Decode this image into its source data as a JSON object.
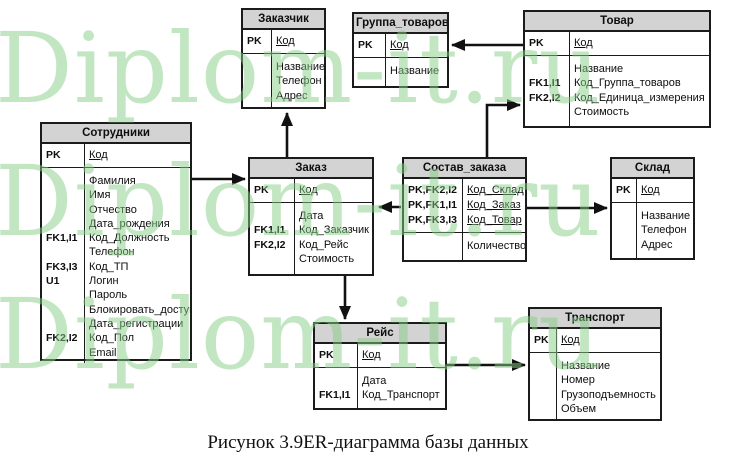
{
  "watermark": {
    "text": "Diplom-it.ru",
    "color": "#86cf86"
  },
  "caption": "Рисунок 3.9ER-диаграмма базы данных",
  "diagram": {
    "header_bg": "#d3d3d3",
    "border_color": "#1b1b1b",
    "entities": [
      {
        "id": "zakazchik",
        "title": "Заказчик",
        "keys": [
          {
            "tag": "PK",
            "name": "Код"
          }
        ],
        "attributes": [
          {
            "tag": "",
            "name": "Название"
          },
          {
            "tag": "",
            "name": "Телефон"
          },
          {
            "tag": "",
            "name": "Адрес"
          }
        ]
      },
      {
        "id": "gruppa_tovarov",
        "title": "Группа_товаров",
        "keys": [
          {
            "tag": "PK",
            "name": "Код"
          }
        ],
        "attributes": [
          {
            "tag": "",
            "name": "Название"
          }
        ]
      },
      {
        "id": "tovar",
        "title": "Товар",
        "keys": [
          {
            "tag": "PK",
            "name": "Код"
          }
        ],
        "attributes": [
          {
            "tag": "",
            "name": "Название"
          },
          {
            "tag": "FK1,I1",
            "name": "Код_Группа_товаров"
          },
          {
            "tag": "FK2,I2",
            "name": "Код_Единица_измерения"
          },
          {
            "tag": "",
            "name": "Стоимость"
          }
        ]
      },
      {
        "id": "sotrudniki",
        "title": "Сотрудники",
        "keys": [
          {
            "tag": "PK",
            "name": "Код"
          }
        ],
        "attributes": [
          {
            "tag": "",
            "name": "Фамилия"
          },
          {
            "tag": "",
            "name": "Имя"
          },
          {
            "tag": "",
            "name": "Отчество"
          },
          {
            "tag": "",
            "name": "Дата_рождения"
          },
          {
            "tag": "FK1,I1",
            "name": "Код_Должность"
          },
          {
            "tag": "",
            "name": "Телефон"
          },
          {
            "tag": "FK3,I3",
            "name": "Код_ТП"
          },
          {
            "tag": "U1",
            "name": "Логин"
          },
          {
            "tag": "",
            "name": "Пароль"
          },
          {
            "tag": "",
            "name": "Блокировать_доступ"
          },
          {
            "tag": "",
            "name": "Дата_регистрации"
          },
          {
            "tag": "FK2,I2",
            "name": "Код_Пол"
          },
          {
            "tag": "",
            "name": "Email"
          }
        ]
      },
      {
        "id": "zakaz",
        "title": "Заказ",
        "keys": [
          {
            "tag": "PK",
            "name": "Код"
          }
        ],
        "attributes": [
          {
            "tag": "",
            "name": "Дата"
          },
          {
            "tag": "FK1,I1",
            "name": "Код_Заказчик"
          },
          {
            "tag": "FK2,I2",
            "name": "Код_Рейс"
          },
          {
            "tag": "",
            "name": "Стоимость"
          }
        ]
      },
      {
        "id": "sostav_zakaza",
        "title": "Состав_заказа",
        "keys": [
          {
            "tag": "PK,FK2,I2",
            "name": "Код_Склад"
          },
          {
            "tag": "PK,FK1,I1",
            "name": "Код_Заказ"
          },
          {
            "tag": "PK,FK3,I3",
            "name": "Код_Товар"
          }
        ],
        "attributes": [
          {
            "tag": "",
            "name": "Количество"
          }
        ]
      },
      {
        "id": "sklad",
        "title": "Склад",
        "keys": [
          {
            "tag": "PK",
            "name": "Код"
          }
        ],
        "attributes": [
          {
            "tag": "",
            "name": "Название"
          },
          {
            "tag": "",
            "name": "Телефон"
          },
          {
            "tag": "",
            "name": "Адрес"
          }
        ]
      },
      {
        "id": "reis",
        "title": "Рейс",
        "keys": [
          {
            "tag": "PK",
            "name": "Код"
          }
        ],
        "attributes": [
          {
            "tag": "",
            "name": "Дата"
          },
          {
            "tag": "FK1,I1",
            "name": "Код_Транспорт"
          }
        ]
      },
      {
        "id": "transport",
        "title": "Транспорт",
        "keys": [
          {
            "tag": "PK",
            "name": "Код"
          }
        ],
        "attributes": [
          {
            "tag": "",
            "name": "Название"
          },
          {
            "tag": "",
            "name": "Номер"
          },
          {
            "tag": "",
            "name": "Грузоподъемность"
          },
          {
            "tag": "",
            "name": "Объем"
          }
        ]
      }
    ],
    "relationships": [
      {
        "from": "Сотрудники",
        "to": "Заказ"
      },
      {
        "from": "Заказ",
        "to": "Заказчик"
      },
      {
        "from": "Состав_заказа",
        "to": "Заказ"
      },
      {
        "from": "Состав_заказа",
        "to": "Товар"
      },
      {
        "from": "Товар",
        "to": "Группа_товаров"
      },
      {
        "from": "Состав_заказа",
        "to": "Склад"
      },
      {
        "from": "Заказ",
        "to": "Рейс"
      },
      {
        "from": "Рейс",
        "to": "Транспорт"
      }
    ]
  }
}
